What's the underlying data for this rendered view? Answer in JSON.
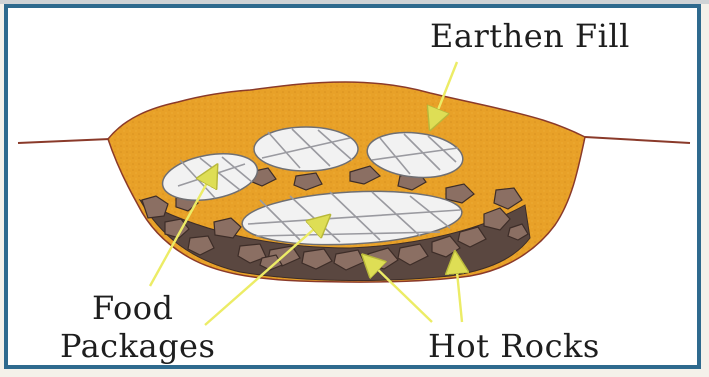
{
  "labels": {
    "earthen_fill": "Earthen Fill",
    "food_line1": "Food",
    "food_line2": "Packages",
    "hot_rocks": "Hot Rocks"
  },
  "colors": {
    "frame": "#2e6a8e",
    "earth": "#e8a128",
    "earth_dark": "#c9851a",
    "ground_line": "#8a3a2a",
    "rock": "#8b6f63",
    "rock_dark": "#4d3a33",
    "package": "#f2f2f2",
    "twine": "#9a9aa0",
    "arrow": "#ecec66"
  }
}
